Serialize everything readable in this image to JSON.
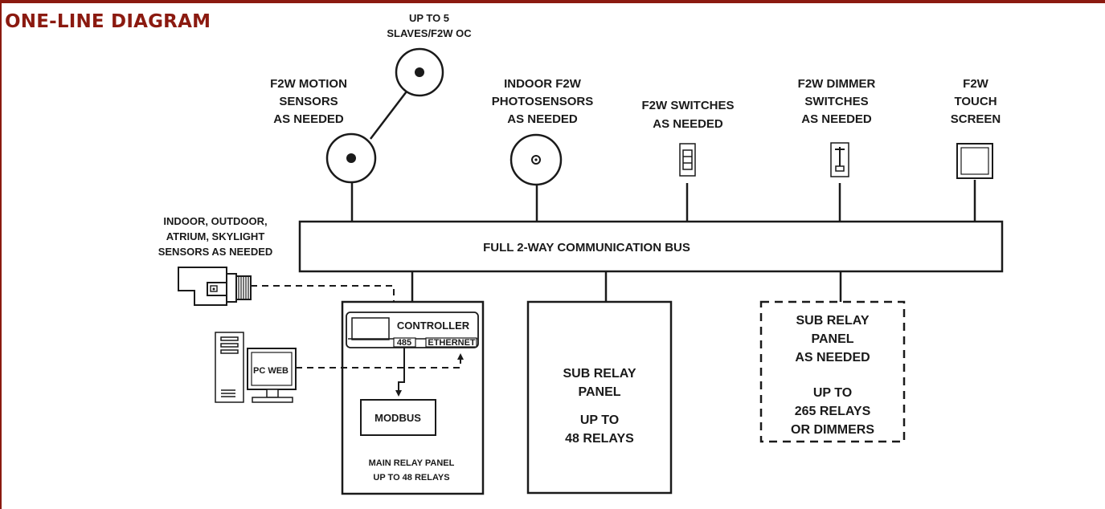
{
  "title": "ONE-LINE DIAGRAM",
  "colors": {
    "title": "#8b1a10",
    "line": "#1a1a1a"
  },
  "labels": {
    "slaves": [
      "UP TO 5",
      "SLAVES/F2W OC"
    ],
    "motion": [
      "F2W MOTION",
      "SENSORS",
      "AS NEEDED"
    ],
    "photo": [
      "INDOOR F2W",
      "PHOTOSENSORS",
      "AS NEEDED"
    ],
    "switches": [
      "F2W SWITCHES",
      "AS NEEDED"
    ],
    "dimmer": [
      "F2W DIMMER",
      "SWITCHES",
      "AS NEEDED"
    ],
    "touch": [
      "F2W",
      "TOUCH",
      "SCREEN"
    ],
    "ext_sensors": [
      "INDOOR, OUTDOOR,",
      "ATRIUM, SKYLIGHT",
      "SENSORS AS NEEDED"
    ],
    "bus": "FULL 2-WAY COMMUNICATION BUS",
    "controller": "CONTROLLER",
    "port_485": "485",
    "port_ethernet": "ETHERNET",
    "modbus": "MODBUS",
    "main_panel": [
      "MAIN RELAY PANEL",
      "UP TO 48 RELAYS"
    ],
    "pc": "PC WEB",
    "sub_panel": [
      "SUB RELAY",
      "PANEL",
      "",
      "UP TO",
      "48 RELAYS"
    ],
    "sub_panel_optional": [
      "SUB RELAY",
      "PANEL",
      "AS NEEDED",
      "",
      "UP TO",
      "265 RELAYS",
      "OR DIMMERS"
    ]
  },
  "icons": {
    "motion": "motion-sensor-icon",
    "slave": "slave-sensor-icon",
    "photo": "photosensor-icon",
    "switch": "switch-icon",
    "dimmer": "dimmer-switch-icon",
    "touch": "touch-screen-icon",
    "ext": "skylight-sensor-icon",
    "pc": "pc-tower-icon"
  }
}
